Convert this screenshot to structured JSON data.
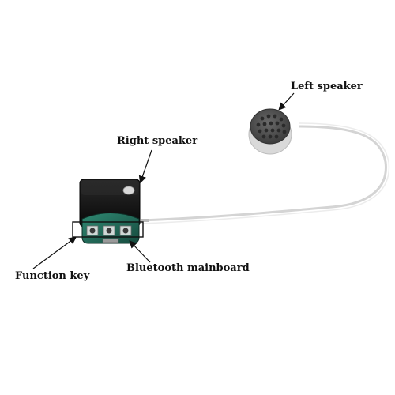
{
  "labels": {
    "left_speaker": "Left speaker",
    "right_speaker": "Right speaker",
    "function_key": "Function key",
    "bluetooth_mainboard": "Bluetooth mainboard"
  },
  "colors": {
    "background": "#ffffff",
    "speaker_grille": "#5a5a5a",
    "module_black": "#121212",
    "pcb_green": "#1f6b5a",
    "cable": "#d8d8d8",
    "arrow": "#111111"
  }
}
